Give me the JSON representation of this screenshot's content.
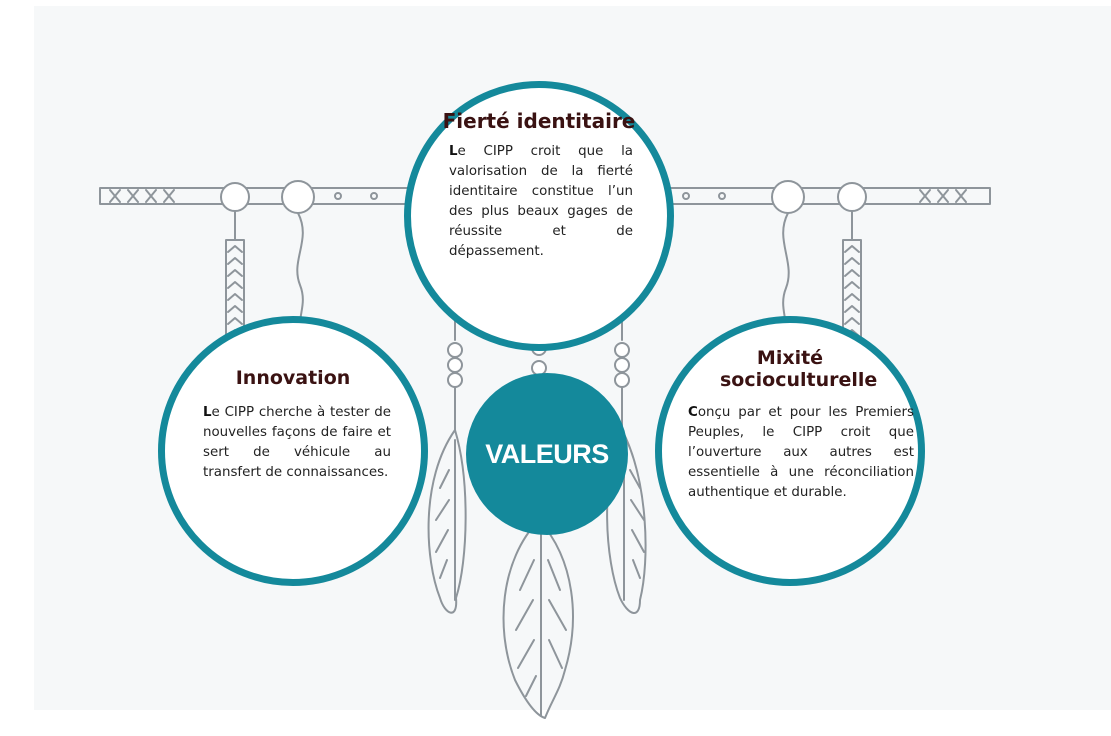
{
  "center": {
    "label": "VALEURS"
  },
  "values": {
    "fierte": {
      "title": "Fierté identitaire",
      "lead": "L",
      "body": "e CIPP croit que la valorisation de la fierté identitaire constitue l’un des plus beaux gages de réussite et de dépassement."
    },
    "innovation": {
      "title": "Innovation",
      "lead": "L",
      "body": "e CIPP cherche à tester de nouvelles façons de faire et sert de véhicule au transfert de connaissances."
    },
    "mixite": {
      "title": "Mixité socioculturelle",
      "lead": "C",
      "body": "onçu par et pour les Premiers Peuples, le CIPP croit que l’ouverture aux autres est essentielle à une réconciliation authentique et durable."
    }
  },
  "colors": {
    "accent": "#14899b",
    "title": "#3a1212",
    "line": "#8e959b"
  }
}
